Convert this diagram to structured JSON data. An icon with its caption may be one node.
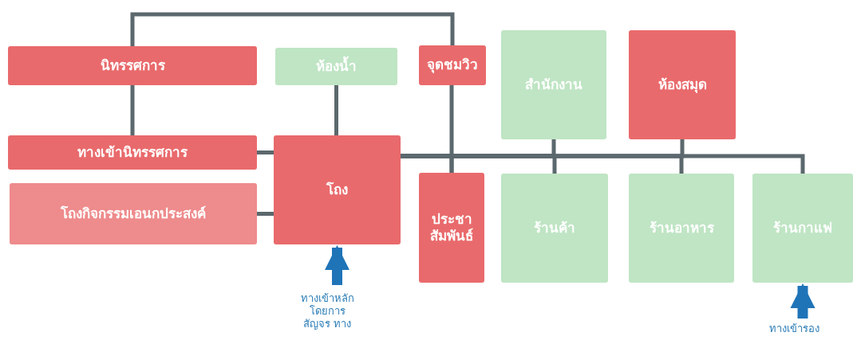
{
  "diagram": {
    "nodes": [
      {
        "text": [
          "นิทรรศการ"
        ]
      },
      {
        "text": [
          "ห้องน้ำ"
        ]
      },
      {
        "text": [
          "จุดชมวิว"
        ]
      },
      {
        "text": [
          "สำนักงาน"
        ]
      },
      {
        "text": [
          "ห้องสมุด"
        ]
      },
      {
        "text": [
          "ทางเข้านิทรรศการ"
        ]
      },
      {
        "text": [
          "โถง"
        ]
      },
      {
        "text": [
          "โถงกิจกรรมเอนกประสงค์"
        ]
      },
      {
        "text": [
          "ประชา สัมพันธ์"
        ]
      },
      {
        "text": [
          "ร้านค้า"
        ]
      },
      {
        "text": [
          "ร้านอาหาร"
        ]
      },
      {
        "text": [
          "ร้านกาแฟ"
        ]
      },
      {
        "text": [
          "ทางเข้าหลัก โดยการสัญจร ทาง"
        ]
      },
      {
        "text": [
          "ทางเข้ารอง"
        ]
      }
    ],
    "edges": [
      {
        "from": 0,
        "to": 2,
        "arrow": "none"
      },
      {
        "from": 0,
        "to": 5,
        "arrow": "none"
      },
      {
        "from": 1,
        "to": 6,
        "arrow": "none"
      },
      {
        "from": 5,
        "to": 6,
        "arrow": "none"
      },
      {
        "from": 7,
        "to": 6,
        "arrow": "none"
      },
      {
        "from": 2,
        "to": 8,
        "arrow": "none"
      },
      {
        "from": 6,
        "to": 8,
        "arrow": "none"
      },
      {
        "from": 6,
        "to": 3,
        "arrow": "none"
      },
      {
        "from": 6,
        "to": 9,
        "arrow": "none"
      },
      {
        "from": 6,
        "to": 4,
        "arrow": "none"
      },
      {
        "from": 6,
        "to": 10,
        "arrow": "none"
      },
      {
        "from": 6,
        "to": 11,
        "arrow": "none"
      },
      {
        "from": 12,
        "to": 6,
        "arrow": "to",
        "style": "thick",
        "color": "#1f74b8"
      },
      {
        "from": 13,
        "to": 11,
        "arrow": "to",
        "style": "thick",
        "color": "#1f74b8"
      }
    ]
  }
}
